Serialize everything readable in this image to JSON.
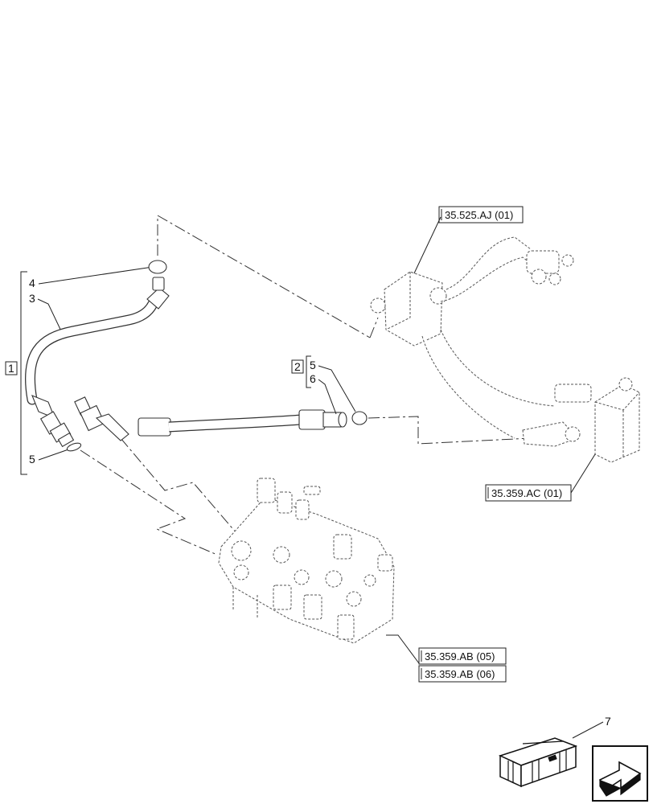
{
  "callouts": {
    "c1": "1",
    "c2": "2",
    "c3": "3",
    "c4": "4",
    "c5a": "5",
    "c5b": "5",
    "c6": "6",
    "c7": "7"
  },
  "refs": {
    "r_525aj": "35.525.AJ (01)",
    "r_359ac": "35.359.AC (01)",
    "r_359ab05": "35.359.AB (05)",
    "r_359ab06": "35.359.AB (06)"
  },
  "icons": [
    "kit-box-icon",
    "next-page-arrow-icon"
  ]
}
